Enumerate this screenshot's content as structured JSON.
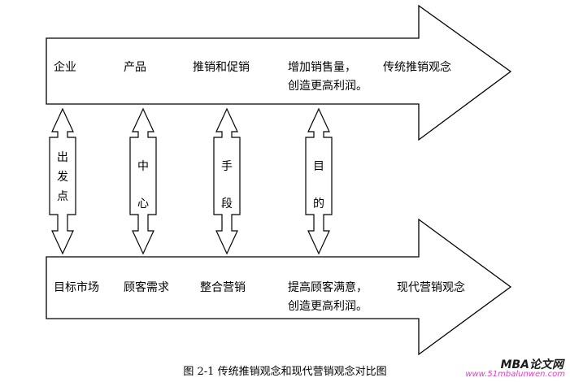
{
  "top_arrow": {
    "items": [
      "企业",
      "产品",
      "推销和促销",
      "增加销售量，",
      "传统推销观念"
    ],
    "subtext": "创造更高利润。"
  },
  "bottom_arrow": {
    "items": [
      "目标市场",
      "顾客需求",
      "整合营销",
      "提高顾客满意，",
      "现代营销观念"
    ],
    "subtext": "创造更高利润。"
  },
  "connectors": [
    "出发点",
    "中心",
    "手段",
    "目的"
  ],
  "caption": "图 2-1  传统推销观念和现代营销观念对比图",
  "watermark": {
    "brand": "MBA论文网",
    "url": "www.51mbalunwen.com"
  }
}
